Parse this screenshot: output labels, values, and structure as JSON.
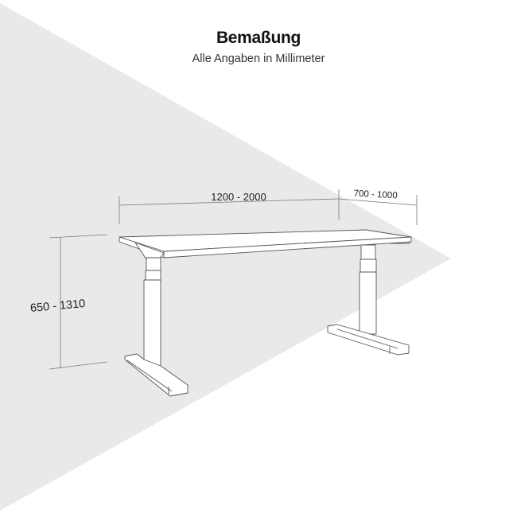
{
  "header": {
    "title": "Bemaßung",
    "subtitle": "Alle Angaben in Millimeter"
  },
  "dimensions": {
    "width": "1200 - 2000",
    "depth": "700 - 1000",
    "height": "650 - 1310"
  },
  "colors": {
    "background": "#ffffff",
    "shadow_triangle": "#e9e9ec",
    "line": "#555555",
    "desk_fill": "#ffffff"
  }
}
